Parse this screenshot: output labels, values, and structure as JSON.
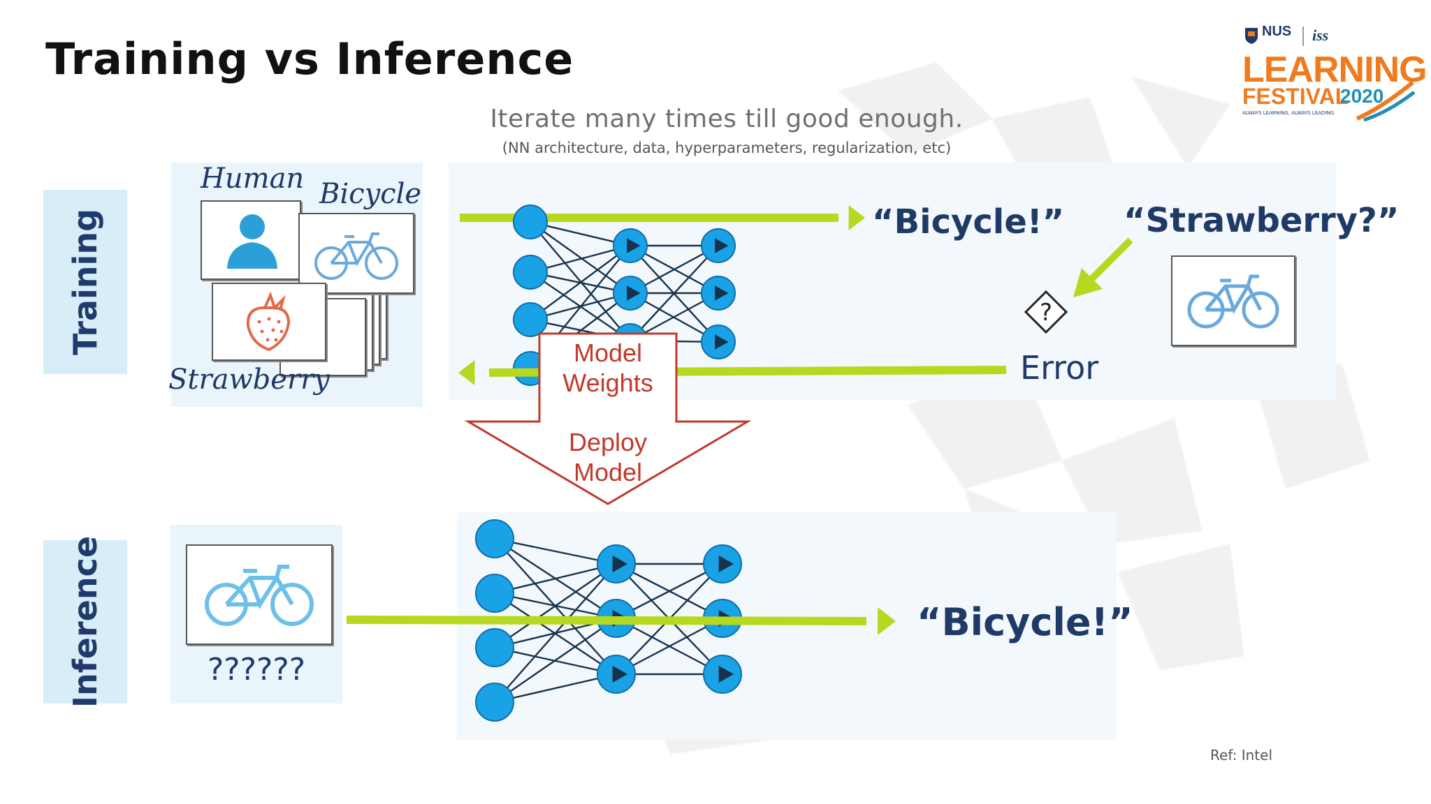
{
  "slide": {
    "title": "Training vs Inference",
    "iterate_text": "Iterate many times till good enough.",
    "iterate_subtext": "(NN architecture, data, hyperparameters, regularization, etc)",
    "ref": "Ref: Intel"
  },
  "logo": {
    "nus": "NUS",
    "iss": "iss",
    "learning": "LEARNING",
    "festival": "FESTIVAL",
    "year": "2020",
    "tagline": "ALWAYS LEARNING, ALWAYS LEADING",
    "colors": {
      "orange": "#f07b1e",
      "navy": "#1f3a66",
      "teal": "#1f8fb6"
    }
  },
  "training": {
    "label": "Training",
    "labels": {
      "human": "Human",
      "bicycle": "Bicycle",
      "strawberry": "Strawberry"
    },
    "output": "“Bicycle!”",
    "expected": "“Strawberry?”",
    "error_symbol": "?",
    "error": "Error"
  },
  "arrow_box": {
    "weights": "Model Weights",
    "deploy": "Deploy Model"
  },
  "inference": {
    "label": "Inference",
    "unknown": "??????",
    "output": "“Bicycle!”"
  },
  "colors": {
    "arrow": "#b6d81f",
    "node": "#1aa2e6",
    "node_stroke": "#0d6ea8",
    "edge": "#16324d",
    "label_bg": "#d7eef8",
    "panel_bg": "#e9f4fb",
    "box_text": "#c0392b"
  },
  "icons": [
    "person-icon",
    "bicycle-icon",
    "strawberry-icon",
    "error-diamond-icon"
  ]
}
